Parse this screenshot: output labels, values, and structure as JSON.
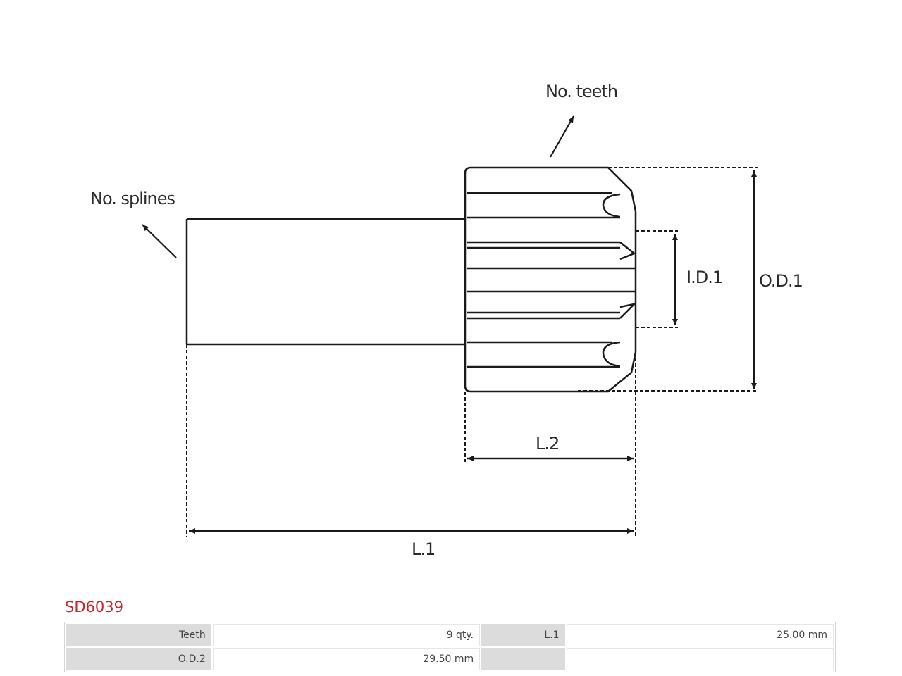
{
  "diagram": {
    "labels": {
      "teeth": "No. teeth",
      "splines": "No. splines",
      "id1": "I.D.1",
      "od1": "O.D.1",
      "l2": "L.2",
      "l1": "L.1"
    }
  },
  "part": {
    "code": "SD6039"
  },
  "specs": {
    "rows": [
      {
        "k1": "Teeth",
        "v1": "9 qty.",
        "k2": "L.1",
        "v2": "25.00 mm"
      },
      {
        "k1": "O.D.2",
        "v1": "29.50 mm",
        "k2": "",
        "v2": ""
      }
    ]
  },
  "colors": {
    "line": "#1a1a1a",
    "accent": "#c0282d",
    "key_cell": "#dcdcdc"
  }
}
